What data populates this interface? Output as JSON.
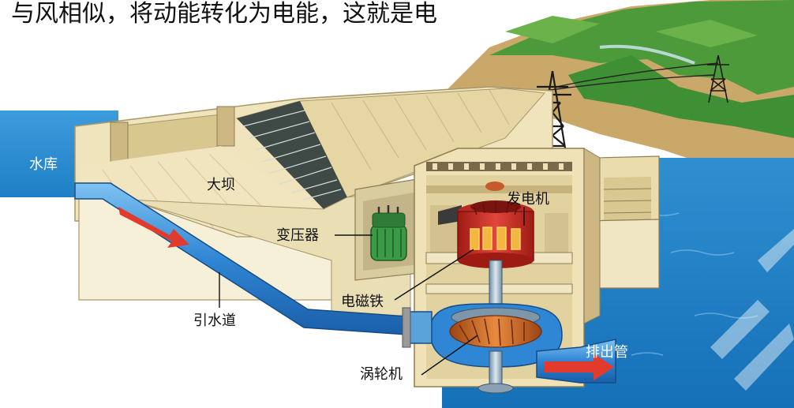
{
  "header": {
    "text": "与风相似，将动能转化为电能，这就是电"
  },
  "labels": {
    "reservoir": "水库",
    "dam": "大坝",
    "generator": "发电机",
    "transformer": "变压器",
    "electromagnet": "电磁铁",
    "intake": "引水道",
    "turbine": "涡轮机",
    "outlet": "排出管"
  },
  "colors": {
    "water": "#1f82c8",
    "pipe": "#2f86d4",
    "dam": "#e8dcae",
    "generator": "#d9342b",
    "turbine": "#d8742f",
    "flow_arrow": "#e23b2e",
    "transformer": "#3a9a45",
    "hills": "#3f8f34"
  }
}
